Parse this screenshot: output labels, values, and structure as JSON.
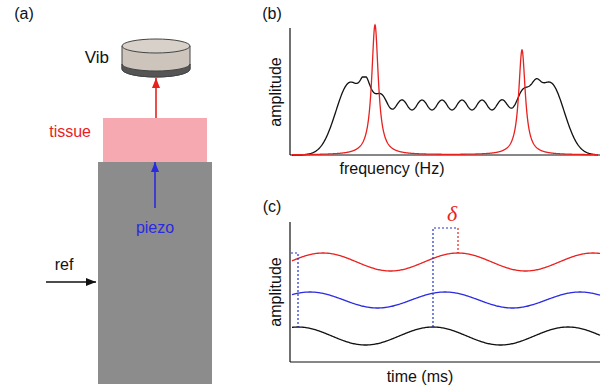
{
  "diagram": {
    "nodes": [
      {
        "text": [
          "Vib"
        ]
      },
      {
        "text": [
          "tissue"
        ]
      },
      {
        "text": [
          "piezo"
        ]
      }
    ],
    "edges": [
      {
        "from": 2,
        "to": 1,
        "arrow": "to"
      },
      {
        "from": 1,
        "to": 0,
        "arrow": "to"
      }
    ],
    "labels": [
      "(a)",
      "(b)",
      "(c)",
      "ref",
      "amplitude",
      "frequency (Hz)",
      "amplitude",
      "time (ms)",
      "δ"
    ]
  }
}
